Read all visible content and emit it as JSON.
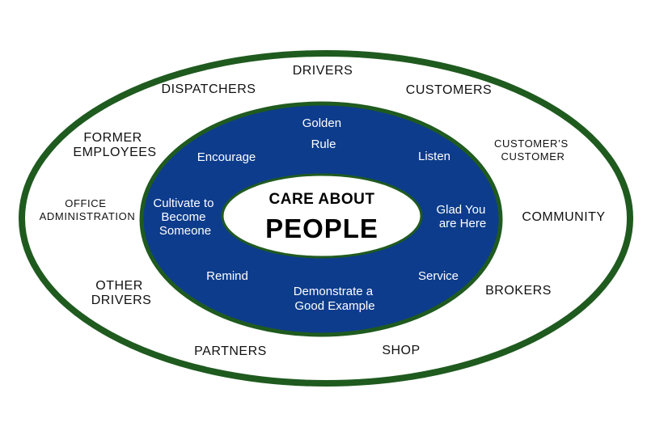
{
  "center": {
    "line1": "CARE ABOUT",
    "line2": "PEOPLE"
  },
  "inner_ring": {
    "golden_rule": [
      "Golden",
      "Rule"
    ],
    "encourage": "Encourage",
    "listen": "Listen",
    "cultivate": [
      "Cultivate to",
      "Become",
      "Someone"
    ],
    "glad": [
      "Glad You",
      "are Here"
    ],
    "remind": "Remind",
    "service": "Service",
    "demonstrate": [
      "Demonstrate a",
      "Good Example"
    ]
  },
  "outer_ring": {
    "drivers": "DRIVERS",
    "dispatchers": "DISPATCHERS",
    "customers": "CUSTOMERS",
    "former_employees": [
      "FORMER",
      "EMPLOYEES"
    ],
    "customers_customer": [
      "CUSTOMER’S",
      "CUSTOMER"
    ],
    "office_administration": [
      "OFFICE",
      "ADMINISTRATION"
    ],
    "community": "COMMUNITY",
    "other_drivers": [
      "OTHER",
      "DRIVERS"
    ],
    "brokers": "BROKERS",
    "partners": "PARTNERS",
    "shop": "SHOP"
  },
  "colors": {
    "ring_stroke": "#1f5a1f",
    "middle_fill": "#0d3c8c",
    "background": "#ffffff"
  }
}
